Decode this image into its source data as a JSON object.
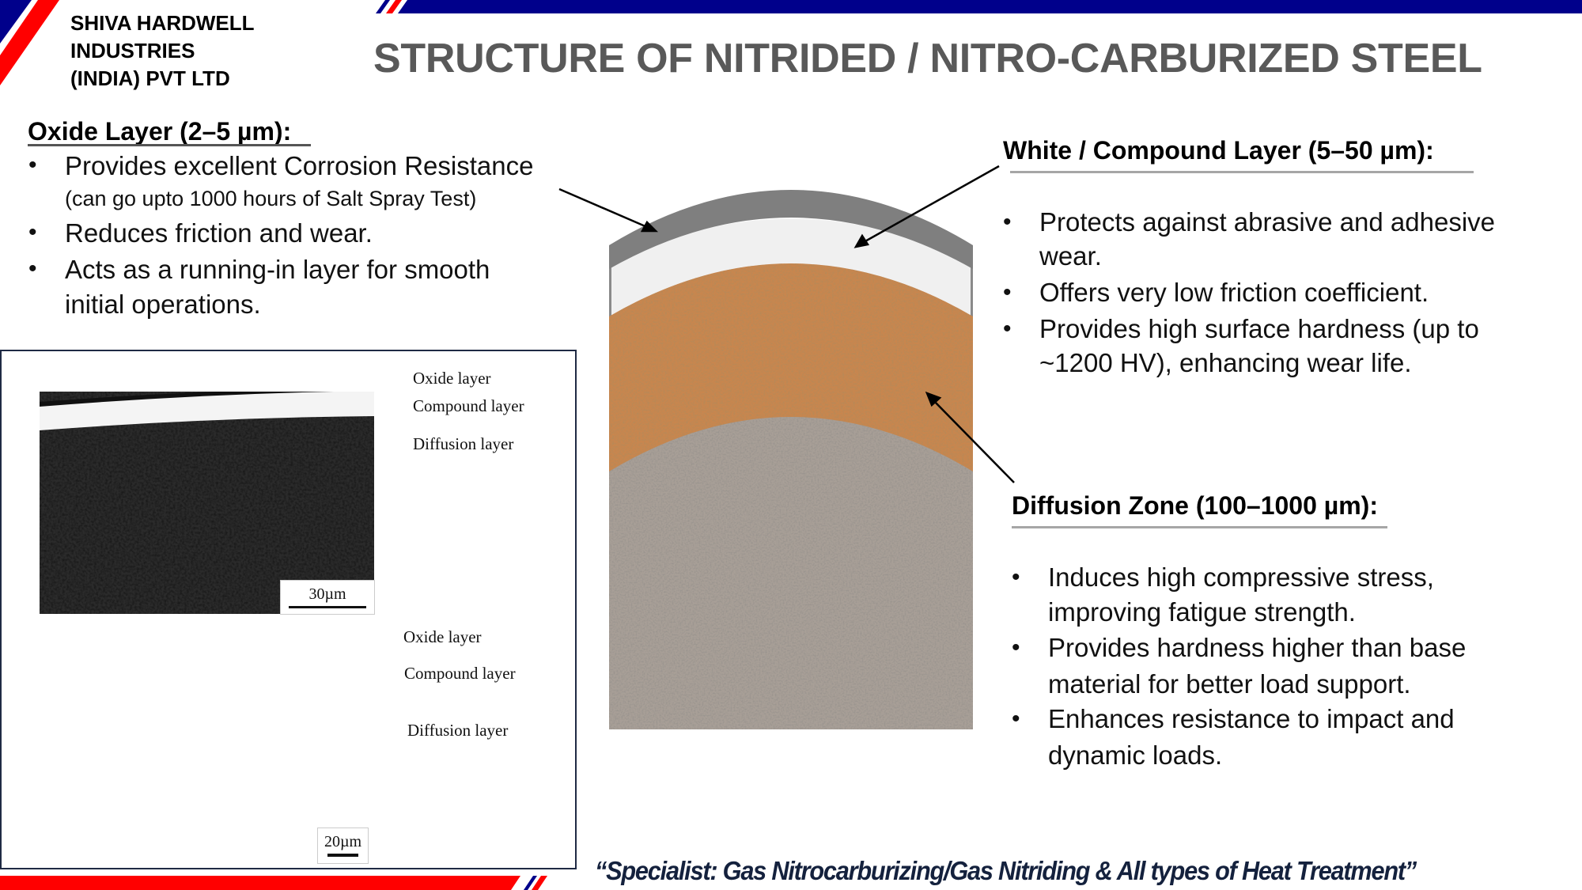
{
  "company": {
    "lines": [
      "SHIVA HARDWELL",
      "INDUSTRIES",
      "(INDIA) PVT LTD"
    ]
  },
  "title": "STRUCTURE OF NITRIDED / NITRO-CARBURIZED STEEL",
  "oxide": {
    "heading": "Oxide Layer (2–5 µm):",
    "bullets": [
      {
        "lines": [
          "Provides excellent Corrosion Resistance"
        ],
        "note": "(can go upto 1000 hours of Salt Spray Test)"
      },
      {
        "lines": [
          "Reduces friction and wear."
        ]
      },
      {
        "lines": [
          "Acts as a running-in layer for smooth",
          "initial operations."
        ]
      }
    ]
  },
  "compound": {
    "heading": "White / Compound Layer (5–50 µm):",
    "bullets": [
      {
        "lines": [
          "Protects against abrasive and adhesive",
          "wear."
        ]
      },
      {
        "lines": [
          "Offers very low friction coefficient."
        ]
      },
      {
        "lines": [
          "Provides high surface hardness (up to",
          "~1200 HV), enhancing wear life."
        ]
      }
    ]
  },
  "diffusion": {
    "heading": "Diffusion Zone (100–1000 µm):",
    "bullets": [
      {
        "lines": [
          "Induces high compressive stress,",
          "improving fatigue strength."
        ]
      },
      {
        "lines": [
          "Provides hardness higher than base",
          "material for better load support."
        ]
      },
      {
        "lines": [
          "Enhances resistance to impact and",
          "dynamic loads."
        ]
      }
    ]
  },
  "micrographs": {
    "top": {
      "labels": [
        "Oxide layer",
        "Compound layer",
        "Diffusion layer"
      ],
      "scale": "30µm"
    },
    "bottom": {
      "labels": [
        "Oxide layer",
        "Compound layer",
        "Diffusion layer"
      ],
      "scale": "20µm"
    }
  },
  "bullet_char": "•",
  "quote": "“Specialist:  Gas Nitrocarburizing/Gas Nitriding & All types of Heat Treatment”",
  "colors": {
    "brand_blue": "#00008b",
    "brand_red": "#ff0000",
    "title_gray": "#595959",
    "quote_navy": "#14213d",
    "diffusion_orange": "#c8864e",
    "core_gray": "#a89f97"
  }
}
